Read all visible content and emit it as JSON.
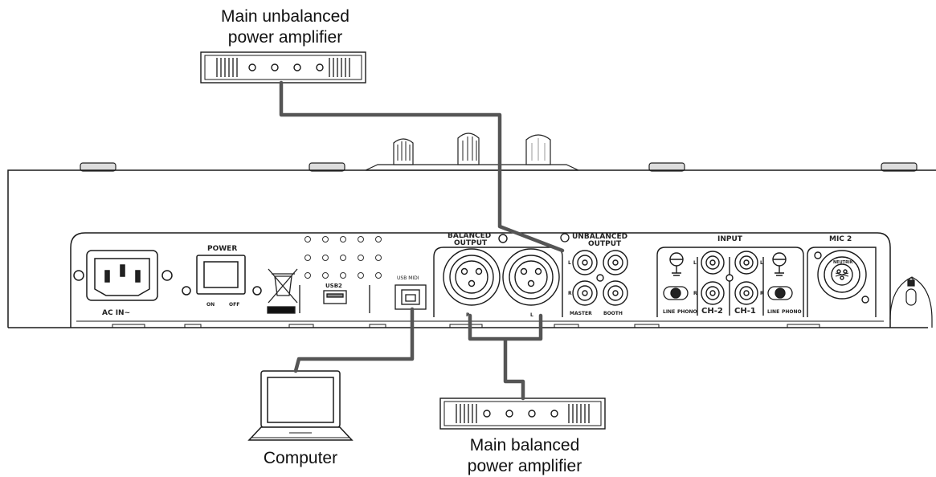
{
  "callouts": {
    "unbalanced_amp": "Main unbalanced power amplifier",
    "unbalanced_amp_l1": "Main unbalanced",
    "unbalanced_amp_l2": "power amplifier",
    "balanced_amp_l1": "Main balanced",
    "balanced_amp_l2": "power amplifier",
    "computer": "Computer"
  },
  "panel": {
    "ac_in": "AC IN~",
    "power": "POWER",
    "on": "ON",
    "off": "OFF",
    "usb2": "USB2",
    "usb_midi": "USB MIDI",
    "balanced_output_l1": "BALANCED",
    "balanced_output_l2": "OUTPUT",
    "balanced_r": "R",
    "balanced_l": "L",
    "unbalanced_output_l1": "UNBALANCED",
    "unbalanced_output_l2": "OUTPUT",
    "master": "MASTER",
    "booth": "BOOTH",
    "input": "INPUT",
    "ch2": "CH-2",
    "ch1": "CH-1",
    "line": "LINE",
    "phono": "PHONO",
    "mic2": "MIC 2",
    "neutrik": "NEUTRIK",
    "rca_l": "L",
    "rca_r": "R"
  },
  "colors": {
    "cable": "#555555",
    "outline": "#1a1a1a"
  }
}
